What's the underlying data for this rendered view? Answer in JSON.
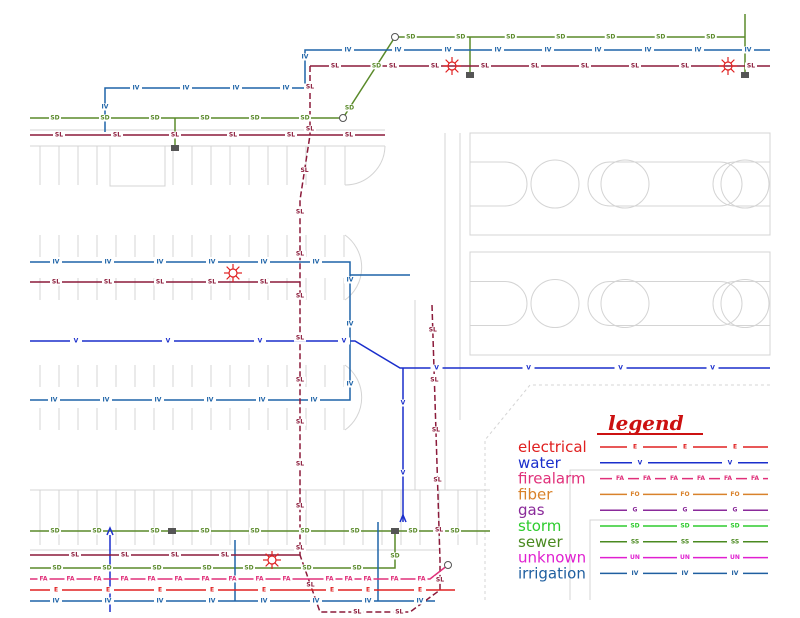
{
  "legend": {
    "title": "legend",
    "items": [
      {
        "key": "electrical",
        "label": "electrical",
        "code": "E",
        "color": "#e02020"
      },
      {
        "key": "water",
        "label": "water",
        "code": "V",
        "color": "#1a2ecc"
      },
      {
        "key": "firealarm",
        "label": "firealarm",
        "code": "FA",
        "color": "#e0307a"
      },
      {
        "key": "fiber",
        "label": "fiber",
        "code": "FO",
        "color": "#d9822b"
      },
      {
        "key": "gas",
        "label": "gas",
        "code": "G",
        "color": "#8a2a9a"
      },
      {
        "key": "storm",
        "label": "storm",
        "code": "SD",
        "color": "#2ecc2e"
      },
      {
        "key": "sewer",
        "label": "sewer",
        "code": "SS",
        "color": "#4a8a20"
      },
      {
        "key": "unknown",
        "label": "unknown",
        "code": "UN",
        "color": "#e020d0"
      },
      {
        "key": "irrigation",
        "label": "irrigation",
        "code": "IV",
        "color": "#1f5fa0"
      }
    ]
  },
  "map_lines": {
    "irrigation": {
      "code": "IV",
      "color": "#1f64a8"
    },
    "storm": {
      "code": "SD",
      "color": "#5a8a2a"
    },
    "streetlight": {
      "code": "SL",
      "color": "#8b1a3a"
    },
    "water": {
      "code": "V",
      "color": "#1a2ecc"
    },
    "firealarm": {
      "code": "FA",
      "color": "#e0307a"
    },
    "electrical": {
      "code": "E",
      "color": "#e02020"
    }
  }
}
